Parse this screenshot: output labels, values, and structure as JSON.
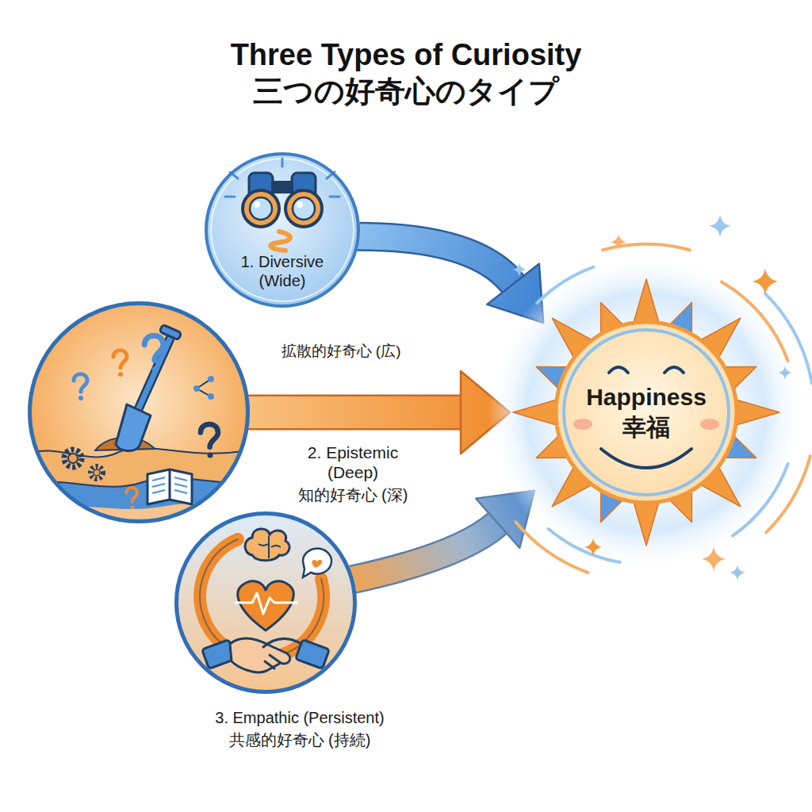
{
  "diagram": {
    "title": "Three Types of Curiosity 三つの好奇心のタイプ",
    "nodes": [
      {
        "text": [
          "1. Diversive (Wide)",
          "拡散的好奇心 (広)"
        ]
      },
      {
        "text": [
          "2. Epistemic (Deep)",
          "知的好奇心 (深)"
        ]
      },
      {
        "text": [
          "3. Empathic (Persistent)",
          "共感的好奇心 (持続)"
        ]
      },
      {
        "text": [
          "Happiness",
          "幸福"
        ]
      }
    ],
    "edges": [
      {
        "from": 0,
        "to": 3,
        "arrow": "to"
      },
      {
        "from": 1,
        "to": 3,
        "arrow": "to"
      },
      {
        "from": 2,
        "to": 3,
        "arrow": "to"
      }
    ]
  }
}
